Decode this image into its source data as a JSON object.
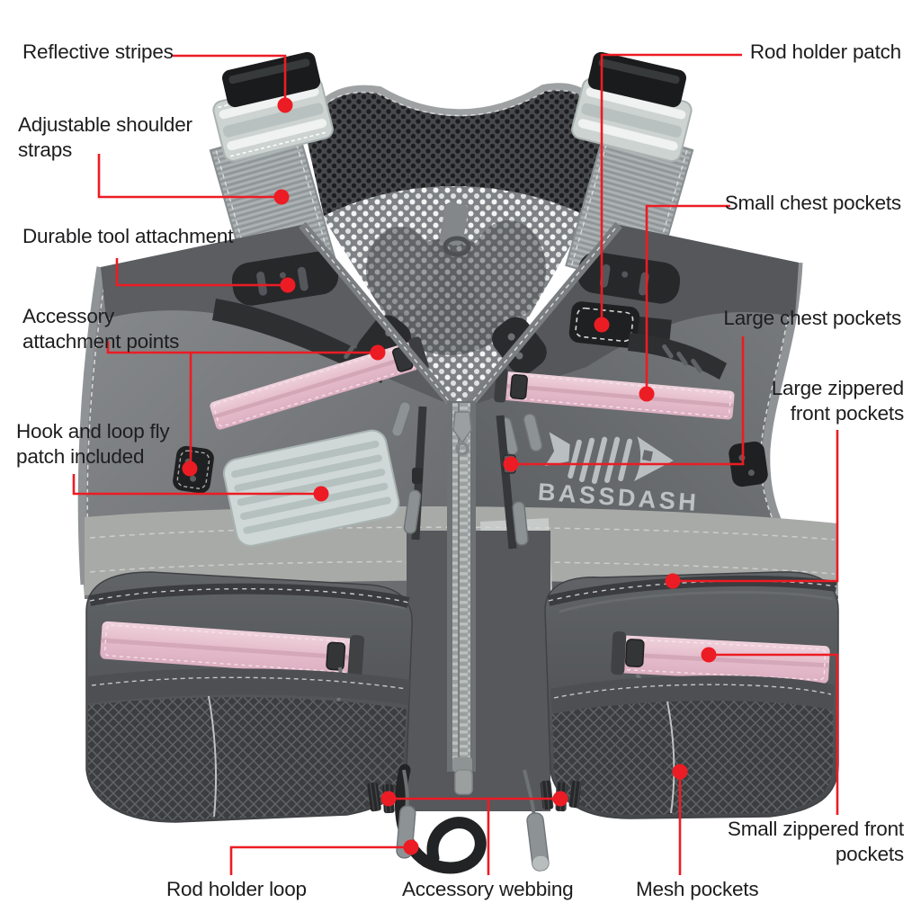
{
  "product": {
    "brand_logo": "BASSDASH"
  },
  "colors": {
    "callout_red": "#ec1c24",
    "zipper_pink": "#e9c5d1",
    "label_text": "#1d1d1f",
    "vest_gray": "#77797c",
    "pocket_gray": "#4e5053"
  },
  "callouts": [
    {
      "id": "reflective-stripes",
      "label": "Reflective stripes"
    },
    {
      "id": "adjustable-shoulder-straps",
      "label": "Adjustable shoulder straps"
    },
    {
      "id": "durable-tool-attachment",
      "label": "Durable tool attachment"
    },
    {
      "id": "accessory-attachment-points",
      "label": "Accessory attachment points"
    },
    {
      "id": "hook-loop-fly-patch",
      "label": "Hook and loop fly patch included"
    },
    {
      "id": "rod-holder-patch",
      "label": "Rod holder patch"
    },
    {
      "id": "small-chest-pockets",
      "label": "Small chest pockets"
    },
    {
      "id": "large-chest-pockets",
      "label": "Large chest pockets"
    },
    {
      "id": "large-zippered-front-pockets",
      "label": "Large zippered front pockets"
    },
    {
      "id": "small-zippered-front-pockets",
      "label": "Small zippered front pockets"
    },
    {
      "id": "rod-holder-loop",
      "label": "Rod holder loop"
    },
    {
      "id": "accessory-webbing",
      "label": "Accessory webbing"
    },
    {
      "id": "mesh-pockets",
      "label": "Mesh pockets"
    }
  ]
}
